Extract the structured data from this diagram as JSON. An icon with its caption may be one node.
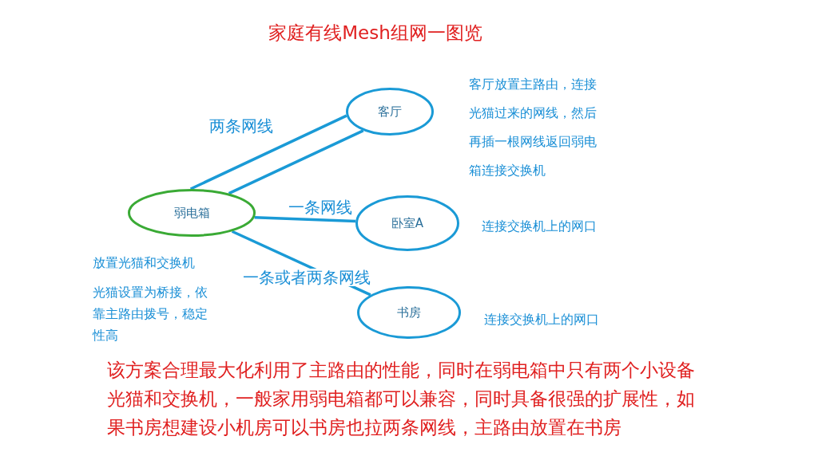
{
  "diagram": {
    "title": "家庭有线Mesh组网一图览",
    "caption": "该方案合理最大化利用了主路由的性能，同时在弱电箱中只有两个小设备光猫和交换机，一般家用弱电箱都可以兼容，同时具备很强的扩展性，如果书房想建设小机房可以书房也拉两条网线，主路由放置在书房",
    "nodes": [
      {
        "text": [
          "弱电箱"
        ],
        "beside": [
          "放置光猫和交换机",
          "光猫设置为桥接，依靠主路由拨号，稳定性高"
        ]
      },
      {
        "text": [
          "客厅"
        ],
        "beside": [
          "客厅放置主路由，连接光猫过来的网线，然后再插一根网线返回弱电箱连接交换机"
        ]
      },
      {
        "text": [
          "卧室A"
        ],
        "beside": [
          "连接交换机上的网口"
        ]
      },
      {
        "text": [
          "书房"
        ],
        "beside": [
          "连接交换机上的网口"
        ]
      }
    ],
    "edges": [
      {
        "from": 0,
        "to": 1,
        "arrow": "none",
        "label": "两条网线"
      },
      {
        "from": 0,
        "to": 1,
        "arrow": "none"
      },
      {
        "from": 0,
        "to": 2,
        "arrow": "none",
        "label": "一条网线"
      },
      {
        "from": 0,
        "to": 3,
        "arrow": "none",
        "label": "一条或者两条网线"
      }
    ]
  }
}
